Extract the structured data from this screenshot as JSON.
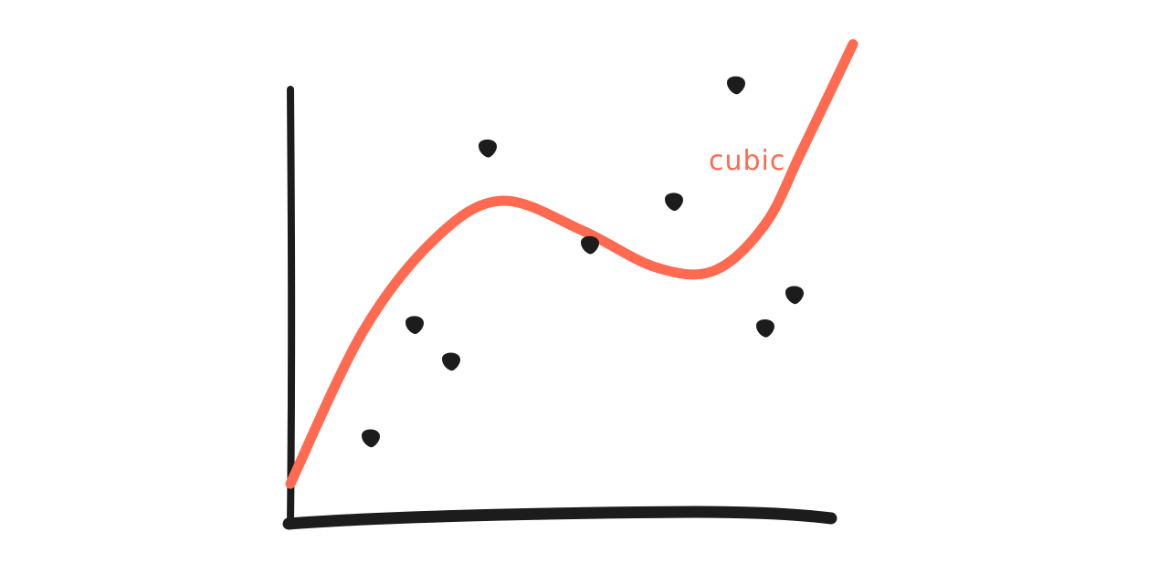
{
  "chart_data": {
    "type": "scatter",
    "title": "",
    "xlabel": "",
    "ylabel": "",
    "grid": false,
    "axes_ticks": false,
    "points": [
      {
        "x": 1.1,
        "y": 1.3
      },
      {
        "x": 1.7,
        "y": 3.0
      },
      {
        "x": 2.2,
        "y": 2.45
      },
      {
        "x": 2.7,
        "y": 5.65
      },
      {
        "x": 4.1,
        "y": 4.2
      },
      {
        "x": 5.25,
        "y": 4.85
      },
      {
        "x": 6.1,
        "y": 6.6
      },
      {
        "x": 6.5,
        "y": 2.95
      },
      {
        "x": 6.9,
        "y": 3.45
      }
    ],
    "fit": {
      "label": "cubic",
      "degree": 3,
      "samples": [
        {
          "x": 0.0,
          "y": 0.6
        },
        {
          "x": 1.0,
          "y": 2.9
        },
        {
          "x": 2.0,
          "y": 4.3
        },
        {
          "x": 2.9,
          "y": 4.85
        },
        {
          "x": 4.0,
          "y": 4.4
        },
        {
          "x": 5.0,
          "y": 3.85
        },
        {
          "x": 5.8,
          "y": 3.8
        },
        {
          "x": 6.5,
          "y": 4.5
        },
        {
          "x": 7.0,
          "y": 5.6
        },
        {
          "x": 7.7,
          "y": 7.2
        }
      ]
    },
    "colors": {
      "points": "#1c1c1c",
      "axes": "#1c1c1c",
      "curve": "#ff6a50",
      "label": "#ff6a50"
    }
  }
}
